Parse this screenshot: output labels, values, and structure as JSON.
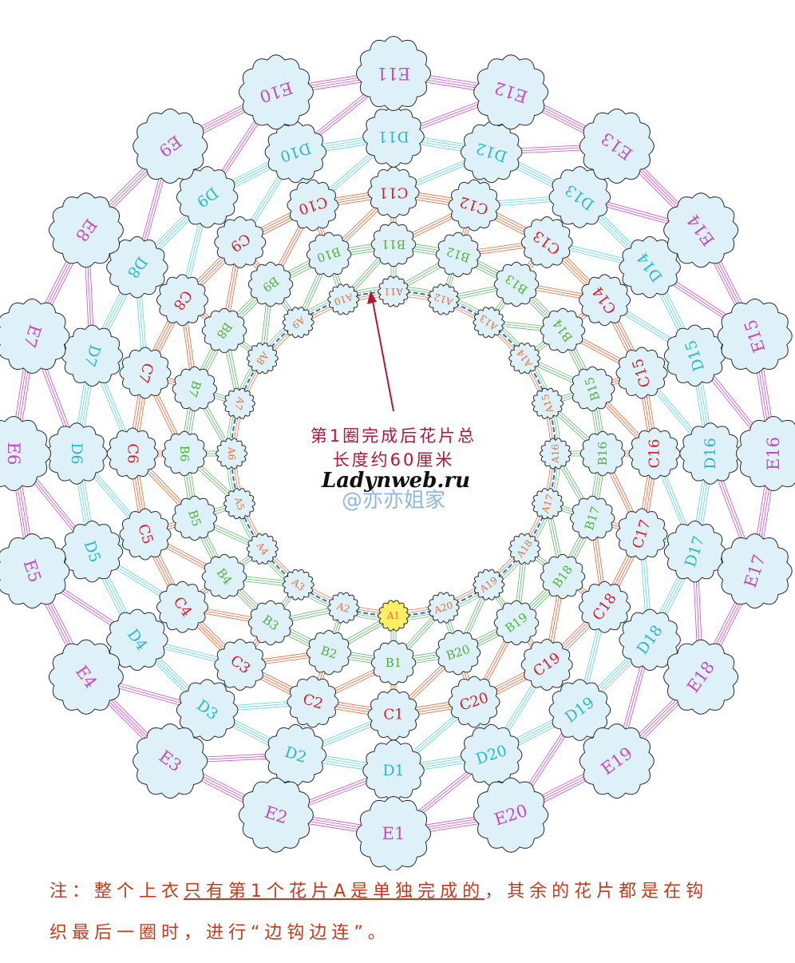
{
  "center_text": {
    "line1": "第1圈完成后花片总",
    "line2": "长度约60厘米",
    "watermark1": "Ladynweb.ru",
    "watermark2": "@亦亦姐家"
  },
  "rings": [
    {
      "name": "A",
      "count": 20,
      "labels": [
        "A1",
        "A2",
        "A3",
        "A4",
        "A5",
        "A6",
        "A7",
        "A8",
        "A9",
        "A10",
        "A11",
        "A12",
        "A13",
        "A14",
        "A15",
        "A16",
        "A17",
        "A18",
        "A19",
        "A20"
      ],
      "text_color": "#e2703f",
      "fill": "#dff1f8",
      "highlight_fill": "#fbef63"
    },
    {
      "name": "B",
      "count": 20,
      "labels": [
        "B1",
        "B2",
        "B3",
        "B4",
        "B5",
        "B6",
        "B7",
        "B8",
        "B9",
        "B10",
        "B11",
        "B12",
        "B13",
        "B14",
        "B15",
        "B16",
        "B17",
        "B18",
        "B19",
        "B20"
      ],
      "text_color": "#4fb03a",
      "fill": "#dff1f8"
    },
    {
      "name": "C",
      "count": 20,
      "labels": [
        "C1",
        "C2",
        "C3",
        "C4",
        "C5",
        "C6",
        "C7",
        "C8",
        "C9",
        "C10",
        "C11",
        "C12",
        "C13",
        "C14",
        "C15",
        "C16",
        "C17",
        "C18",
        "C19",
        "C20"
      ],
      "text_color": "#d21f2b",
      "fill": "#dff1f8"
    },
    {
      "name": "D",
      "count": 20,
      "labels": [
        "D1",
        "D2",
        "D3",
        "D4",
        "D5",
        "D6",
        "D7",
        "D8",
        "D9",
        "D10",
        "D11",
        "D12",
        "D13",
        "D14",
        "D15",
        "D16",
        "D17",
        "D18",
        "D19",
        "D20"
      ],
      "text_color": "#29b8c9",
      "fill": "#dff1f8"
    },
    {
      "name": "E",
      "count": 20,
      "labels": [
        "E1",
        "E2",
        "E3",
        "E4",
        "E5",
        "E6",
        "E7",
        "E8",
        "E9",
        "E10",
        "E11",
        "E12",
        "E13",
        "E14",
        "E15",
        "E16",
        "E17",
        "E18",
        "E19",
        "E20"
      ],
      "text_color": "#c54bbd",
      "fill": "#dff1f8"
    }
  ],
  "connector_colors": {
    "A": "#2a74c8",
    "AB": "#5fb56b",
    "BC": "#e0673a",
    "CD": "#5ed4d9",
    "DE": "#c94ec7"
  },
  "note": {
    "prefix": "注：整个上衣",
    "underlined": "只有第1个花片A是单独完成的",
    "suffix": "，其余的花片都是在钩",
    "line2": "织最后一圈时，进行“边钩边连”。"
  }
}
